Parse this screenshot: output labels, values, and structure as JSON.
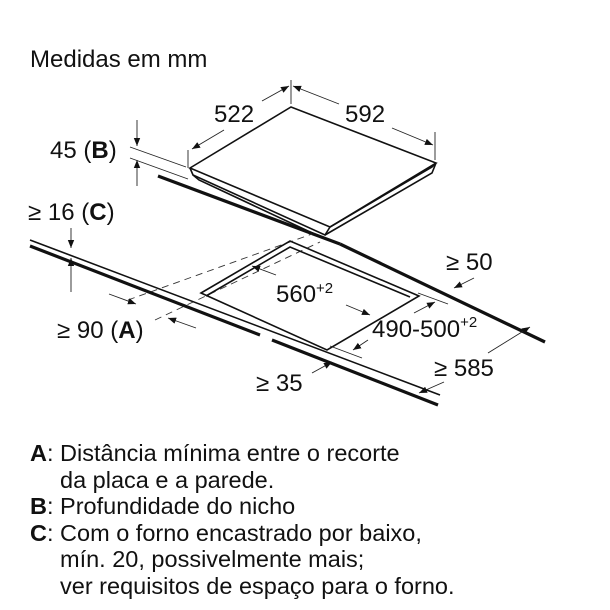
{
  "title": "Medidas em mm",
  "hob": {
    "depth": "522",
    "width": "592",
    "niche_depth": {
      "value": "45",
      "open": " (",
      "key": "B",
      "close": ")"
    }
  },
  "worktop": {
    "min_thickness": {
      "prefix": "≥ 16",
      "open": " (",
      "key": "C",
      "close": ")"
    },
    "wall_distance": {
      "prefix": "≥ 90",
      "open": " (",
      "key": "A",
      "close": ")"
    },
    "rear_clearance": "≥ 50",
    "front_clearance": "≥ 35",
    "min_depth": "≥ 585"
  },
  "cutout": {
    "width": {
      "value": "560",
      "tolerance": "+2"
    },
    "depth": {
      "value": "490-500",
      "tolerance": "+2"
    }
  },
  "legend": [
    {
      "key": "A",
      "lines": [
        "Distância mínima entre o recorte",
        "da placa e a parede."
      ]
    },
    {
      "key": "B",
      "lines": [
        "Profundidade do nicho"
      ]
    },
    {
      "key": "C",
      "lines": [
        "Com o forno encastrado por baixo,",
        "mín. 20, possivelmente mais;",
        "ver requisitos de espaço para o forno."
      ]
    }
  ],
  "colors": {
    "line": "#111111",
    "background": "#ffffff"
  }
}
